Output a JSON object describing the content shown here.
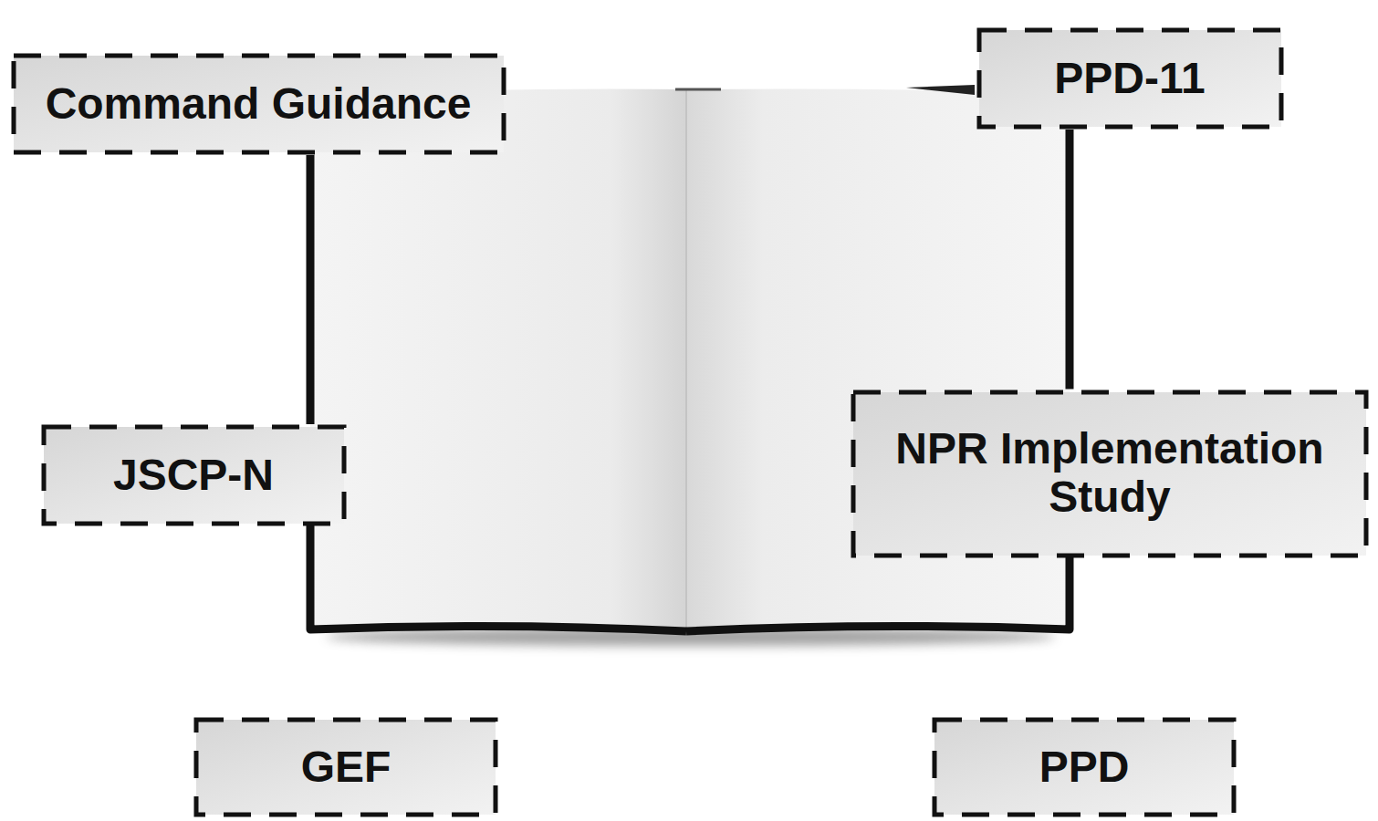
{
  "diagram": {
    "nodes": [
      {
        "text": [
          "Command Guidance"
        ]
      },
      {
        "text": [
          "PPD-11"
        ]
      },
      {
        "text": [
          "JSCP-N"
        ]
      },
      {
        "text": [
          "NPR Implementation Study"
        ]
      },
      {
        "text": [
          "GEF"
        ]
      },
      {
        "text": [
          "PPD"
        ]
      }
    ],
    "edges": [
      {
        "from": 0,
        "to": 2,
        "arrow": "none"
      },
      {
        "from": 1,
        "to": 3,
        "arrow": "none"
      }
    ]
  }
}
